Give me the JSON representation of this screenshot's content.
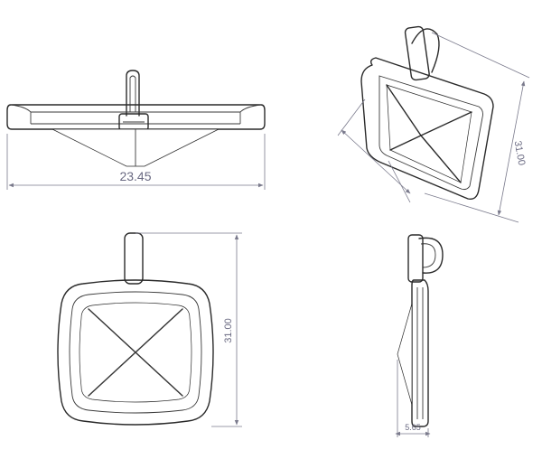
{
  "dimensions": {
    "top_view_width": "23.45",
    "iso_view_height": "31.00",
    "front_view_height": "31.00",
    "side_view_depth": "5.65"
  },
  "colors": {
    "line": "#2a2a2a",
    "dimension_line": "#7a7a8c",
    "dimension_text": "#6a6a82",
    "background": "#ffffff"
  }
}
